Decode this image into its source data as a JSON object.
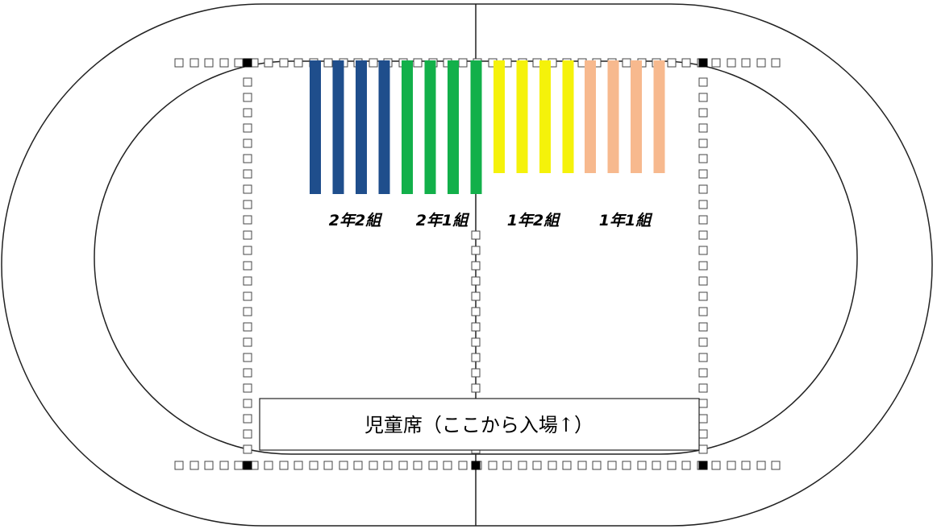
{
  "diagram": {
    "seating_label": "児童席（ここから入場↑）",
    "classes": [
      {
        "label": "2年2組",
        "color": "#1f4e8c",
        "line_count": 4,
        "relative_length": "long"
      },
      {
        "label": "2年1組",
        "color": "#12b04a",
        "line_count": 4,
        "relative_length": "long"
      },
      {
        "label": "1年2組",
        "color": "#f5f20a",
        "line_count": 4,
        "relative_length": "short"
      },
      {
        "label": "1年1組",
        "color": "#f7b98e",
        "line_count": 4,
        "relative_length": "short"
      }
    ],
    "colors": {
      "track_line": "#222222",
      "marker_outline": "#444444",
      "corner_post": "#000000"
    }
  }
}
